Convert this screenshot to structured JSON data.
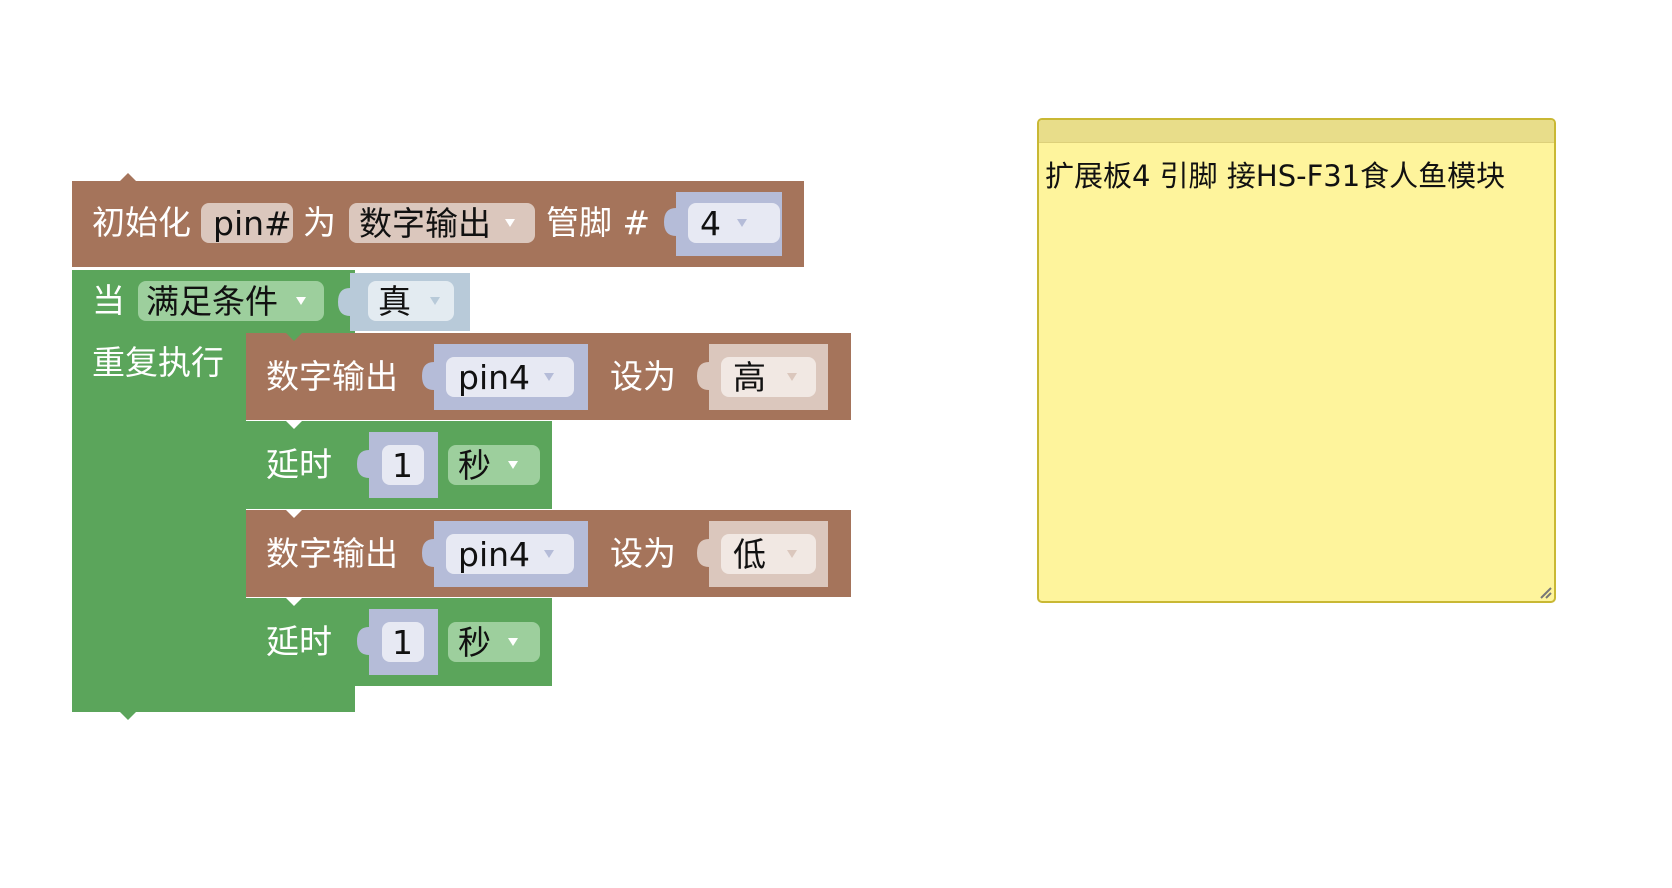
{
  "init_block": {
    "label": "初始化",
    "var_name": "pin#",
    "as_label": "为",
    "mode": "数字输出",
    "pin_label": "管脚 #",
    "pin": "4"
  },
  "while_block": {
    "when_label": "当",
    "condition": "满足条件",
    "value": "真",
    "repeat_label": "重复执行"
  },
  "statements": [
    {
      "label": "数字输出",
      "pin": "pin4",
      "set_label": "设为",
      "level": "高"
    },
    {
      "label": "延时",
      "amount": "1",
      "unit": "秒"
    },
    {
      "label": "数字输出",
      "pin": "pin4",
      "set_label": "设为",
      "level": "低"
    },
    {
      "label": "延时",
      "amount": "1",
      "unit": "秒"
    }
  ],
  "comment": {
    "text": "扩展板4 引脚 接HS-F31食人鱼模块"
  },
  "colors": {
    "io_block": "#a5745b",
    "loop_block": "#5ba55b",
    "logic_block": "#b8cad9",
    "math_block": "#b5bcd8",
    "note_bg": "#fef49c"
  }
}
